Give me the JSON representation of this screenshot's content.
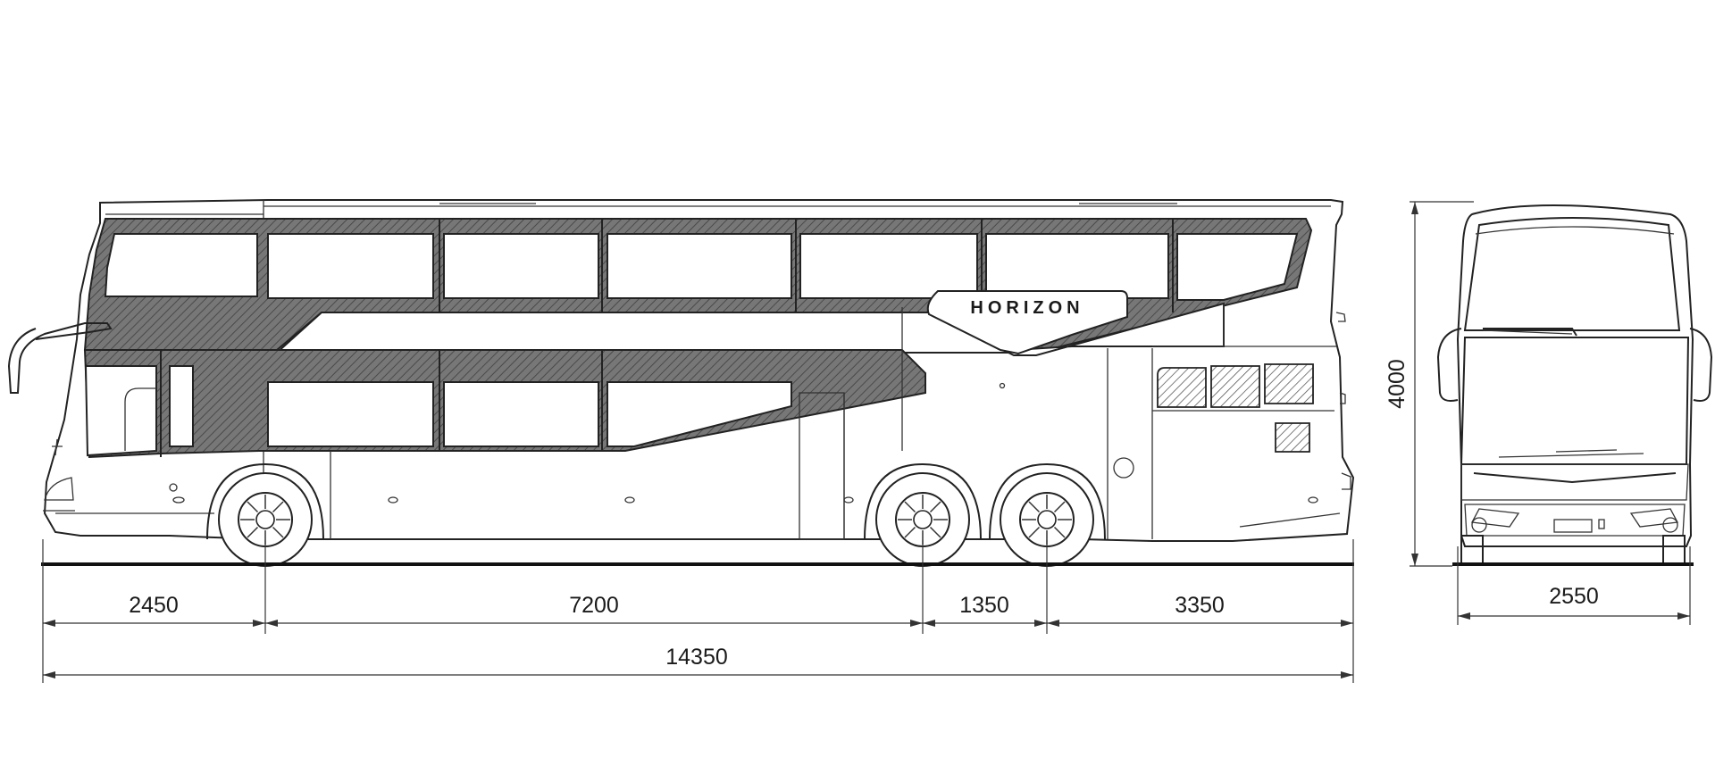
{
  "brand_label": "HORIZON",
  "dimensions": {
    "front_overhang": "2450",
    "wheelbase": "7200",
    "tandem_axle_spacing": "1350",
    "rear_overhang": "3350",
    "overall_length": "14350",
    "overall_height": "4000",
    "overall_width": "2550"
  },
  "colors": {
    "line": "#222222",
    "hatch": "#6b6b6b",
    "background": "#ffffff"
  }
}
